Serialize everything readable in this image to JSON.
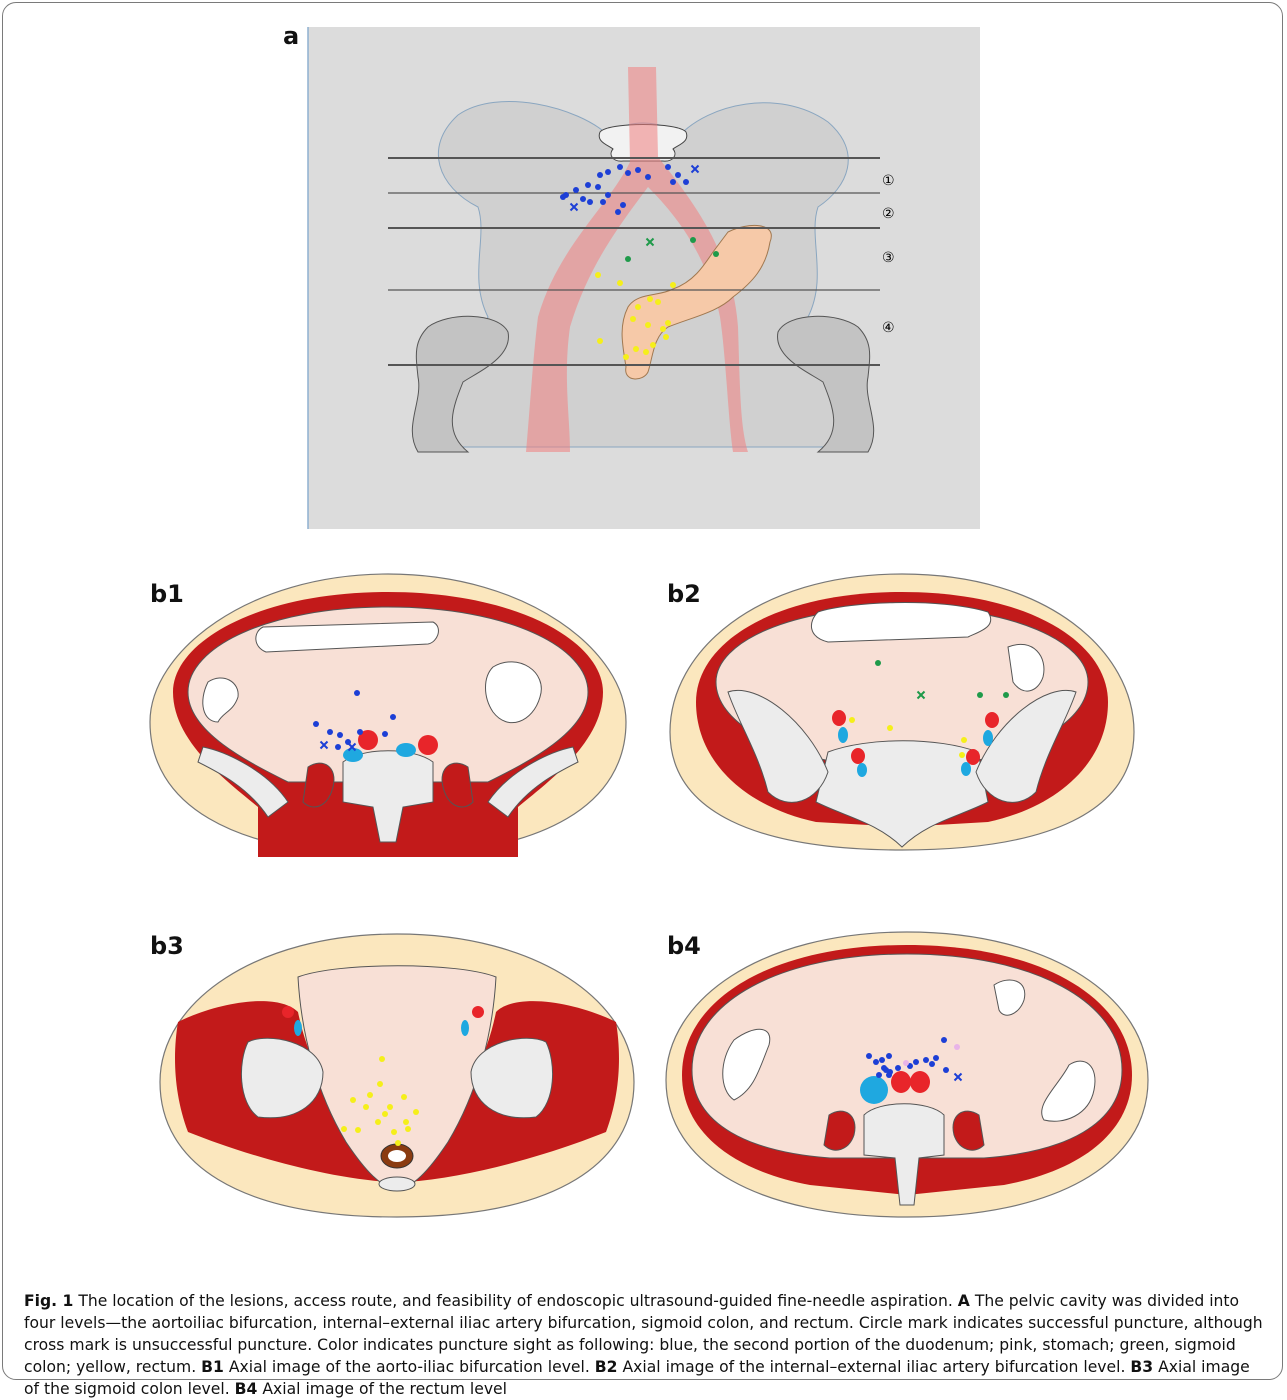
{
  "panels": {
    "a": "a",
    "b1": "b1",
    "b2": "b2",
    "b3": "b3",
    "b4": "b4"
  },
  "levels": [
    "①",
    "②",
    "③",
    "④"
  ],
  "colors": {
    "blue": "#1d3fd6",
    "pink": "#e8b4e8",
    "green": "#1f9a4a",
    "yellow": "#f5ef1a",
    "artery": "#e8252a",
    "vein": "#1fa8e0",
    "muscle": "#c21a1a",
    "fat": "#fbe7be",
    "cavity": "#f8e0d6",
    "bone": "#ececec"
  },
  "caption": {
    "fig_label": "Fig. 1",
    "intro": "The location of the lesions, access route, and feasibility of endoscopic ultrasound-guided fine-needle aspiration.",
    "a_label": "A",
    "a_text": "The pelvic cavity was divided into four levels—the aortoiliac bifurcation, internal–external iliac artery bifurcation, sigmoid colon, and rectum. Circle mark indicates successful puncture, although cross mark is unsuccessful puncture. Color indicates puncture sight as following: blue, the second portion of the duodenum; pink, stomach; green, sigmoid colon; yellow, rectum.",
    "b1_label": "B1",
    "b1_text": "Axial image of the aorto-iliac bifurcation level.",
    "b2_label": "B2",
    "b2_text": "Axial image of the internal–external iliac artery bifurcation level.",
    "b3_label": "B3",
    "b3_text": "Axial image of the sigmoid colon level.",
    "b4_label": "B4",
    "b4_text": "Axial image of the rectum level"
  }
}
